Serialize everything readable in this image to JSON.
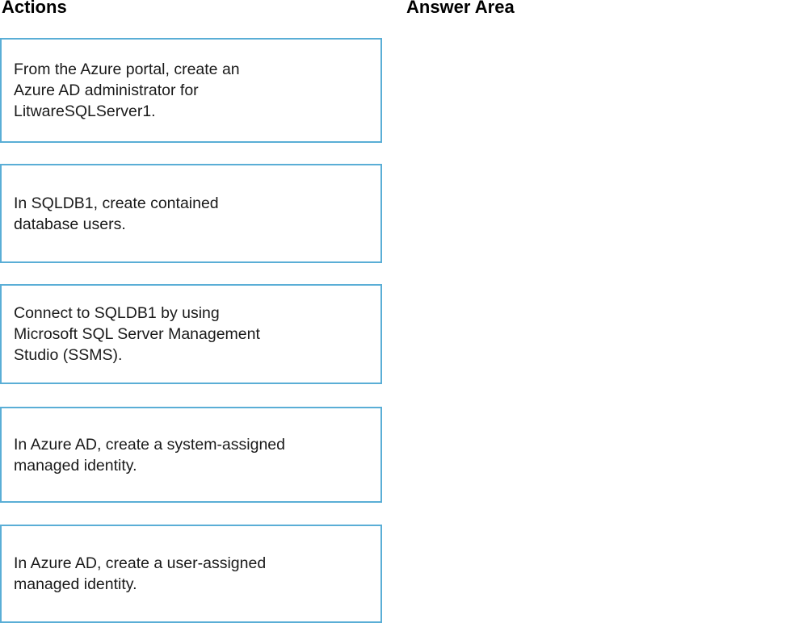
{
  "columns": {
    "actions_header": "Actions",
    "answer_header": "Answer Area"
  },
  "colors": {
    "card_border": "#5aaed6",
    "card_background": "#ffffff",
    "page_background": "#ffffff",
    "text": "#1a1a1a",
    "header_text": "#000000"
  },
  "actions": {
    "cards": [
      {
        "id": "create-azure-ad-administrator",
        "text": "From the Azure portal, create an\nAzure AD administrator for\nLitwareSQLServer1."
      },
      {
        "id": "create-contained-database-users",
        "text": "In SQLDB1, create contained\ndatabase users."
      },
      {
        "id": "connect-with-ssms",
        "text": "Connect to SQLDB1 by using\nMicrosoft SQL Server Management\nStudio (SSMS)."
      },
      {
        "id": "create-system-assigned-identity",
        "text": "In Azure AD, create a system-assigned\nmanaged identity."
      },
      {
        "id": "create-user-assigned-identity",
        "text": "In Azure AD, create a user-assigned\nmanaged identity."
      }
    ]
  },
  "answer_area": {
    "cards": []
  }
}
